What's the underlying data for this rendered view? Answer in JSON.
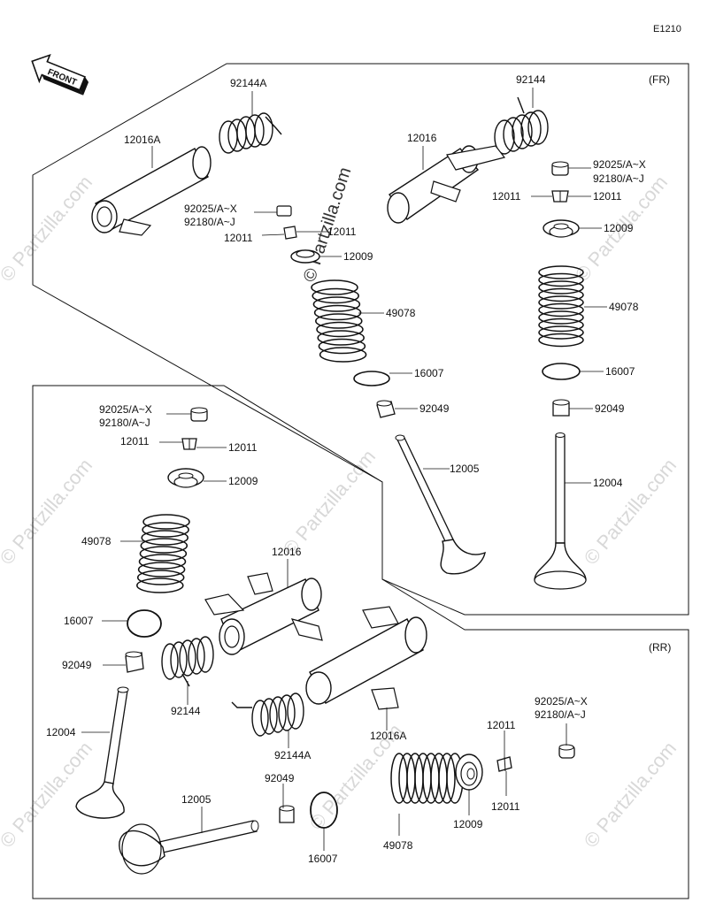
{
  "diagram_code": "E1210",
  "front_label": "FRONT",
  "watermark": "© Partzilla.com",
  "sections": {
    "front": {
      "label": "(FR)"
    },
    "rear": {
      "label": "(RR)"
    }
  },
  "parts": {
    "p_92144A": "92144A",
    "p_92144": "92144",
    "p_12016A": "12016A",
    "p_12016": "12016",
    "p_92025": "92025/A~X",
    "p_92180": "92180/A~J",
    "p_12011": "12011",
    "p_12009": "12009",
    "p_49078": "49078",
    "p_16007": "16007",
    "p_92049": "92049",
    "p_12005": "12005",
    "p_12004": "12004"
  }
}
